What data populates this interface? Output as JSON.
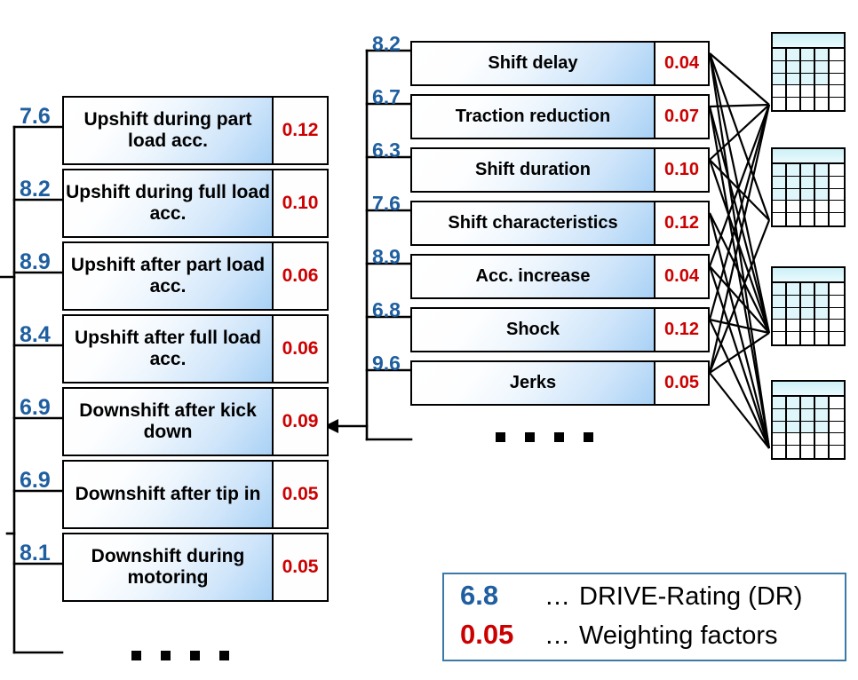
{
  "diagram": {
    "title_present": false,
    "left_column": {
      "name": "shift-events-criteria",
      "items": [
        {
          "dr": "7.6",
          "label": "Upshift during part load acc.",
          "weight": "0.12"
        },
        {
          "dr": "8.2",
          "label": "Upshift during full load acc.",
          "weight": "0.10"
        },
        {
          "dr": "8.9",
          "label": "Upshift after part load acc.",
          "weight": "0.06"
        },
        {
          "dr": "8.4",
          "label": "Upshift after full load acc.",
          "weight": "0.06"
        },
        {
          "dr": "6.9",
          "label": "Downshift after kick down",
          "weight": "0.09"
        },
        {
          "dr": "6.9",
          "label": "Downshift after tip in",
          "weight": "0.05"
        },
        {
          "dr": "8.1",
          "label": "Downshift during motoring",
          "weight": "0.05"
        }
      ],
      "continuation": "...."
    },
    "right_column": {
      "name": "shift-quality-criteria",
      "items": [
        {
          "dr": "8.2",
          "label": "Shift delay",
          "weight": "0.04"
        },
        {
          "dr": "6.7",
          "label": "Traction reduction",
          "weight": "0.07"
        },
        {
          "dr": "6.3",
          "label": "Shift duration",
          "weight": "0.10"
        },
        {
          "dr": "7.6",
          "label": "Shift characteristics",
          "weight": "0.12"
        },
        {
          "dr": "8.9",
          "label": "Acc. increase",
          "weight": "0.04"
        },
        {
          "dr": "6.8",
          "label": "Shock",
          "weight": "0.12"
        },
        {
          "dr": "9.6",
          "label": "Jerks",
          "weight": "0.05"
        }
      ],
      "continuation": "...."
    },
    "tables": [
      {
        "name": "measurement-table-1"
      },
      {
        "name": "measurement-table-2"
      },
      {
        "name": "measurement-table-3"
      },
      {
        "name": "measurement-table-4"
      }
    ],
    "legend": {
      "rows": [
        {
          "key": "6.8",
          "dots": "…",
          "text": "DRIVE-Rating (DR)"
        },
        {
          "key": "0.05",
          "dots": "…",
          "text": "Weighting factors"
        }
      ]
    },
    "colors": {
      "dr_blue": "#1f5fa0",
      "weight_red": "#cc0000",
      "box_gradient_from": "#ffffff",
      "box_gradient_to": "#a8d1f5",
      "table_header_cyan": "#cdf0f7",
      "table_cell_cyan": "#dff6fb",
      "legend_border": "#3b79a8",
      "line_black": "#000000"
    }
  }
}
